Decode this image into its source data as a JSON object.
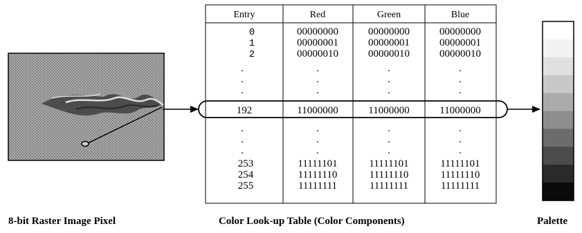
{
  "table": {
    "headers": [
      "Entry",
      "Red",
      "Green",
      "Blue"
    ],
    "rows_top": [
      {
        "entry": "0",
        "red": "00000000",
        "green": "00000000",
        "blue": "00000000"
      },
      {
        "entry": "1",
        "red": "00000001",
        "green": "00000001",
        "blue": "00000001"
      },
      {
        "entry": "2",
        "red": "00000010",
        "green": "00000010",
        "blue": "00000010"
      }
    ],
    "highlighted_row": {
      "entry": "192",
      "red": "11000000",
      "green": "11000000",
      "blue": "11000000"
    },
    "rows_bottom": [
      {
        "entry": "253",
        "red": "11111101",
        "green": "11111101",
        "blue": "11111101"
      },
      {
        "entry": "254",
        "red": "11111110",
        "green": "11111110",
        "blue": "11111110"
      },
      {
        "entry": "255",
        "red": "11111111",
        "green": "11111111",
        "blue": "11111111"
      }
    ],
    "ellipsis": "."
  },
  "palette": {
    "swatches": [
      "#ffffff",
      "#f3f3f3",
      "#e0e0e0",
      "#c8c8c8",
      "#ababab",
      "#8d8d8d",
      "#6c6c6c",
      "#4b4b4b",
      "#2a2a2a",
      "#0a0a0a"
    ]
  },
  "captions": {
    "image": "8-bit Raster Image Pixel",
    "table": "Color Look-up Table (Color Components)",
    "palette": "Palette"
  }
}
